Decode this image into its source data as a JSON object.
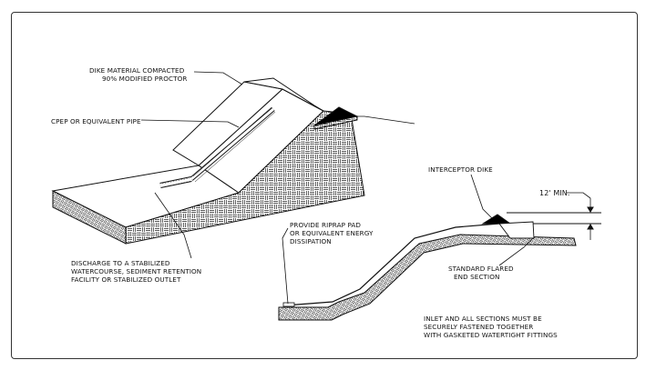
{
  "labels": {
    "dike_material": [
      "DIKE MATERIAL COMPACTED",
      "90% MODIFIED PROCTOR"
    ],
    "pipe": "CPEP OR EQUIVALENT PIPE",
    "discharge": [
      "DISCHARGE TO A STABILIZED",
      "WATERCOURSE, SEDIMENT RETENTION",
      "FACILITY OR STABILIZED OUTLET"
    ],
    "interceptor": "INTERCEPTOR DIKE",
    "riprap": [
      "PROVIDE RIPRAP PAD",
      "OR EQUIVALENT ENERGY",
      "DISSIPATION"
    ],
    "min_width": "12' MIN.",
    "flared": [
      "STANDARD FLARED",
      "END SECTION"
    ],
    "inlet": [
      "INLET AND ALL SECTIONS MUST BE",
      "SECURELY FASTENED TOGETHER",
      "WITH GASKETED WATERTIGHT FITTINGS"
    ]
  },
  "colors": {
    "line": "#111111",
    "fill": "#000000",
    "background": "#ffffff"
  }
}
